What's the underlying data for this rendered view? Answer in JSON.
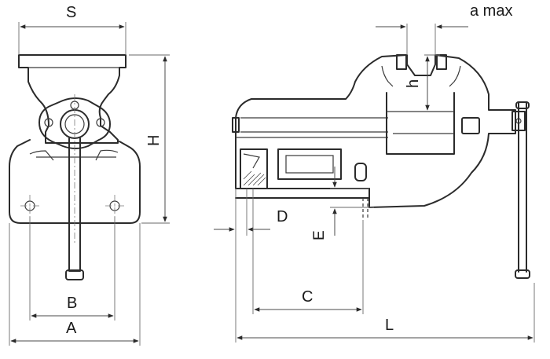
{
  "labels": {
    "S": "S",
    "H": "H",
    "B": "B",
    "A": "A",
    "a_max": "a max",
    "h": "h",
    "D": "D",
    "E": "E",
    "C": "C",
    "L": "L"
  },
  "colors": {
    "line": "#2b2b2b",
    "background": "#ffffff"
  }
}
